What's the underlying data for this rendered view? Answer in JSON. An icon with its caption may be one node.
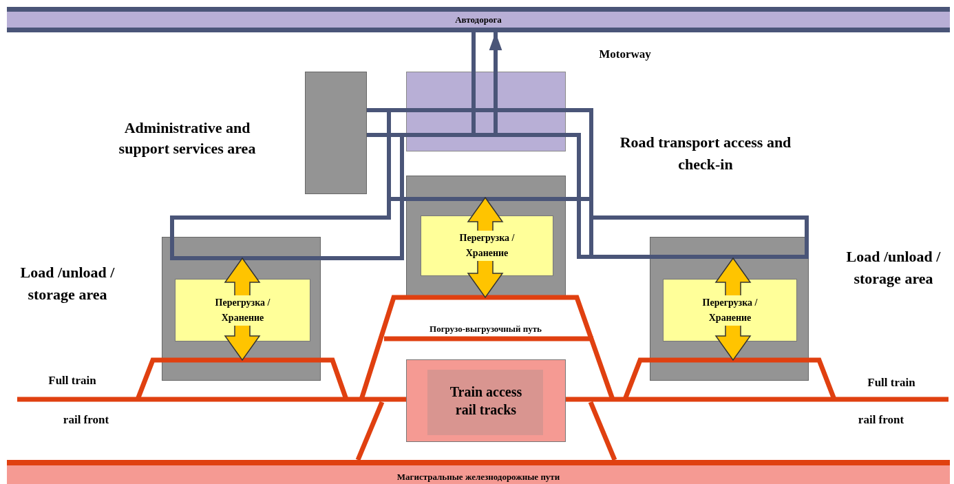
{
  "diagram": {
    "nodes": [
      {
        "text": [
          "Автодорога"
        ]
      },
      {
        "text": [],
        "shape": "box"
      },
      {
        "text": [],
        "shape": "box"
      },
      {
        "text": [],
        "shape": "box"
      },
      {
        "text": [
          "Перегрузка /Хранение"
        ],
        "in": 3
      },
      {
        "text": [],
        "shape": "box"
      },
      {
        "text": [
          "Перегрузка /Хранение"
        ],
        "in": 5
      },
      {
        "text": [],
        "shape": "box"
      },
      {
        "text": [
          "Перегрузка /Хранение"
        ],
        "in": 7
      },
      {
        "text": [
          "Train access rail tracks"
        ]
      },
      {
        "text": [
          "Магистральные железнодорожные пути"
        ]
      }
    ],
    "edges": [
      {
        "from": 2,
        "to": 0,
        "arrow": "to"
      }
    ],
    "labels": [
      "Motorway",
      "Administrative and support services area",
      "Road transport access and check-in",
      "Load /unload / storage area",
      "Load /unload / storage area",
      "Погрузо-выгрузочный путь",
      "Full train",
      "Full train",
      "rail front",
      "rail front"
    ]
  }
}
